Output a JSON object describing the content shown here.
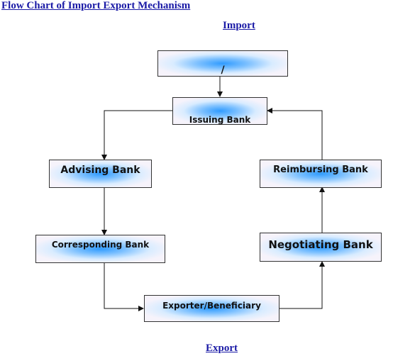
{
  "diagram": {
    "title": "Flow Chart of Import Export Mechanism",
    "import_label": "Import",
    "export_label": "Export",
    "nodes": {
      "applicant": {
        "label": "/"
      },
      "issuing_bank": {
        "label": "Issuing Bank"
      },
      "advising_bank": {
        "label": "Advising Bank"
      },
      "corresponding_bank": {
        "label": "Corresponding Bank"
      },
      "exporter": {
        "label": "Exporter/Beneficiary"
      },
      "negotiating_bank": {
        "label": "Negotiating Bank"
      },
      "reimbursing_bank": {
        "label": "Reimbursing Bank"
      }
    }
  }
}
